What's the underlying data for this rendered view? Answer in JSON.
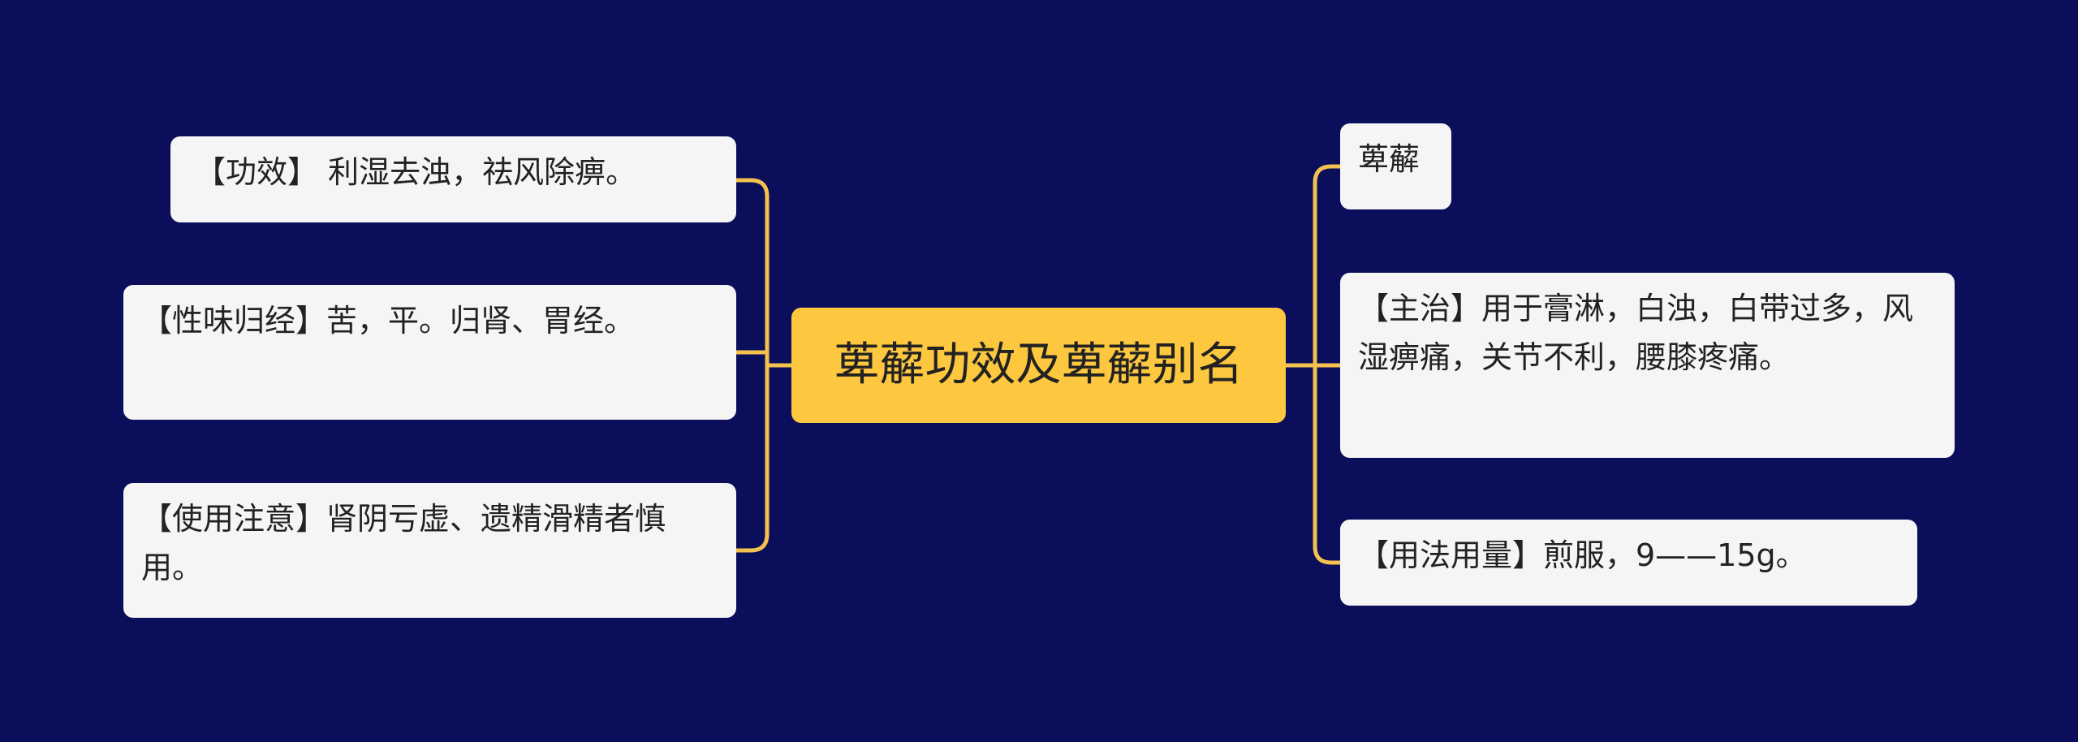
{
  "center": {
    "label": "萆薢功效及萆薢别名"
  },
  "left_nodes": [
    {
      "id": "efficacy",
      "text": "【功效】 利湿去浊，祛风除痹。"
    },
    {
      "id": "nature",
      "text": "【性味归经】苦，平。归肾、胃经。"
    },
    {
      "id": "caution",
      "text": "【使用注意】肾阴亏虚、遗精滑精者慎用。"
    }
  ],
  "right_nodes": [
    {
      "id": "name",
      "text": "萆薢"
    },
    {
      "id": "indications",
      "text": "【主治】用于膏淋，白浊，白带过多，风湿痹痛，关节不利，腰膝疼痛。"
    },
    {
      "id": "usage",
      "text": "【用法用量】煎服，9——15g。"
    }
  ],
  "colors": {
    "background": "#0b0e5a",
    "center_fill": "#fdc83f",
    "node_fill": "#f5f5f5",
    "connector": "#f2c14e",
    "text": "#222222"
  }
}
